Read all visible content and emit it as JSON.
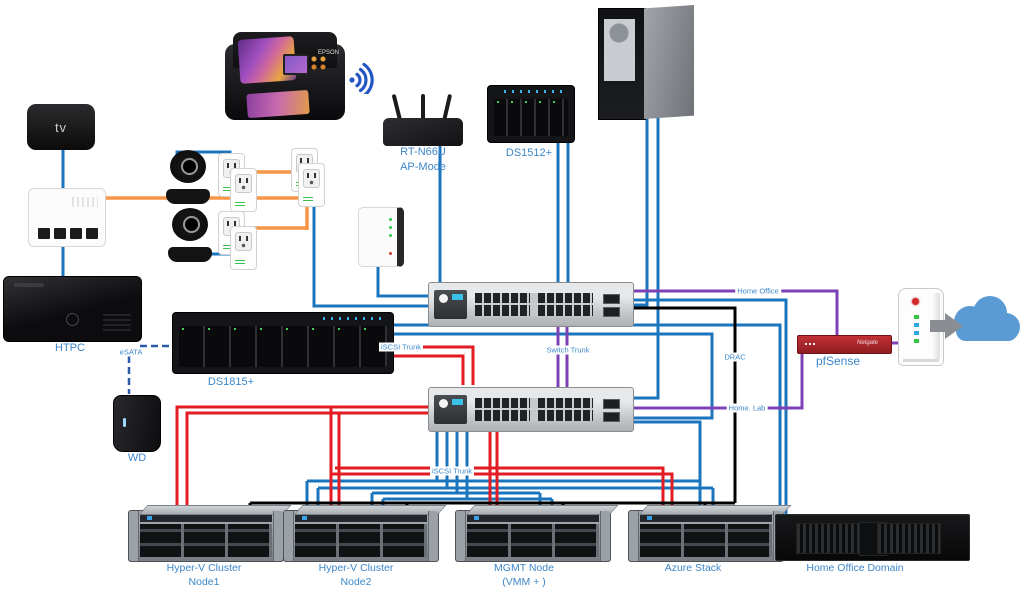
{
  "colors": {
    "ethernet_blue": "#1b75bc",
    "iscsi_red": "#e31b23",
    "trunk_purple": "#7c41b5",
    "powerline_orange": "#f79646",
    "drac_black": "#000000",
    "esata_blue": "#2a5aa8",
    "label_blue": "#3d87c9",
    "cloud_blue": "#5b9bd5",
    "pfsense_red": "#b22026"
  },
  "devices": {
    "apple_tv": {
      "label": "tv"
    },
    "printer": {
      "brand": "EPSON"
    },
    "router": {
      "label_line1": "RT-N66U",
      "label_line2": "AP-Mode"
    },
    "nas_ds1512": {
      "label": "DS1512+"
    },
    "nas_ds1815": {
      "label": "DS1815+"
    },
    "htpc": {
      "label": "HTPC"
    },
    "wd_drive": {
      "label": "WD"
    },
    "pfsense": {
      "label": "pfSense",
      "brand": "Netgate"
    },
    "servers": [
      {
        "line1": "Hyper-V Cluster",
        "line2": "Node1"
      },
      {
        "line1": "Hyper-V Cluster",
        "line2": "Node2"
      },
      {
        "line1": "MGMT Node",
        "line2": "(VMM + )"
      },
      {
        "line1": "Azure Stack",
        "line2": ""
      },
      {
        "line1": "Home Office Domain",
        "line2": ""
      }
    ]
  },
  "link_labels": {
    "esata": "eSATA",
    "iscsi_trunk_1": "iSCSI Trunk",
    "iscsi_trunk_2": "iSCSI Trunk",
    "switch_trunk": "Switch Trunk",
    "home_office": "Home Office",
    "drac": "DRAC",
    "home_lab": "Home. Lab"
  }
}
